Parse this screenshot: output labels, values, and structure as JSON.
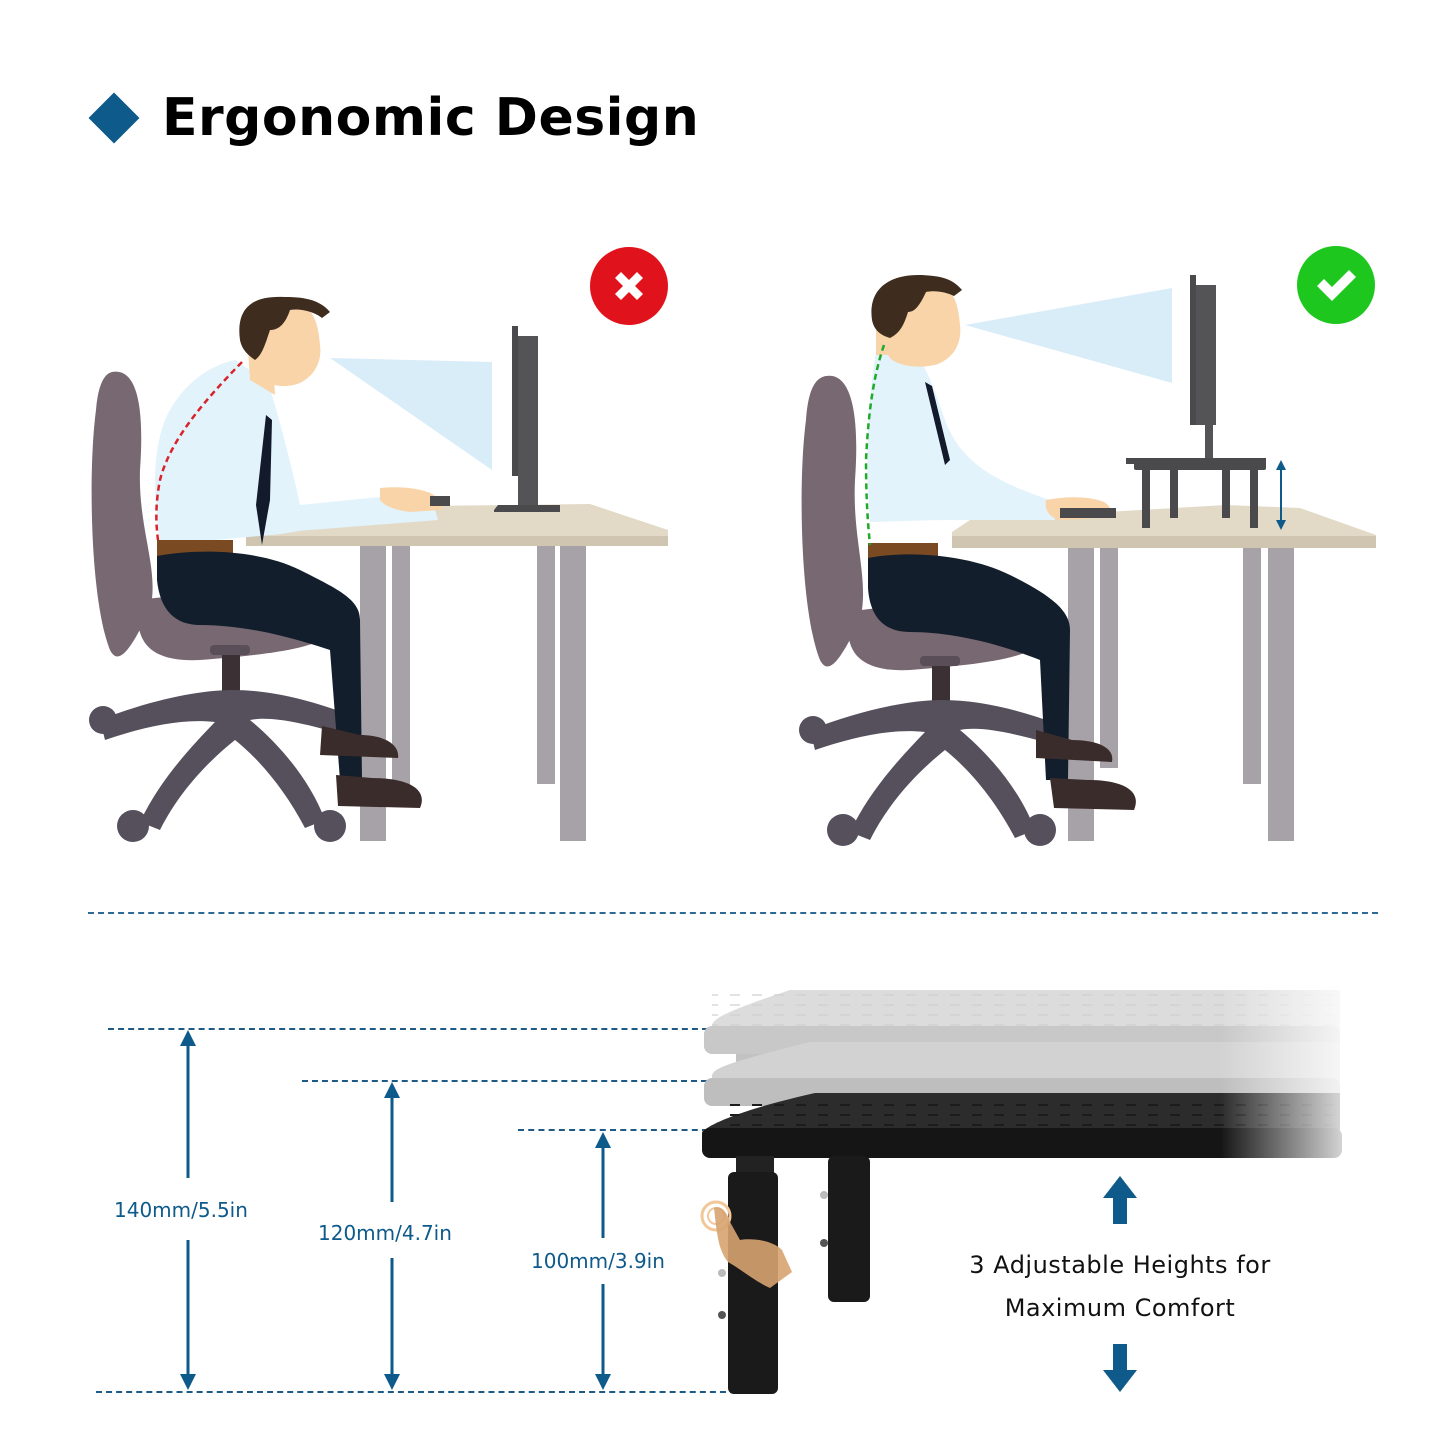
{
  "title": {
    "text": "Ergonomic Design",
    "bullet_icon": "diamond-icon",
    "accent_color": "#0e5a8a"
  },
  "comparison": {
    "incorrect": {
      "status_icon": "x-circle-icon",
      "status_color": "#e0121b",
      "spine_line_color": "#d9232a",
      "description_icon": "slouching-person-illustration"
    },
    "correct": {
      "status_icon": "check-circle-icon",
      "status_color": "#1ec71e",
      "spine_line_color": "#1faa2a",
      "description_icon": "upright-person-with-monitor-stand-illustration"
    }
  },
  "heights": [
    {
      "label": "140mm/5.5in"
    },
    {
      "label": "120mm/4.7in"
    },
    {
      "label": "100mm/3.9in"
    }
  ],
  "caption": {
    "line1": "3 Adjustable Heights for",
    "line2": "Maximum Comfort"
  }
}
